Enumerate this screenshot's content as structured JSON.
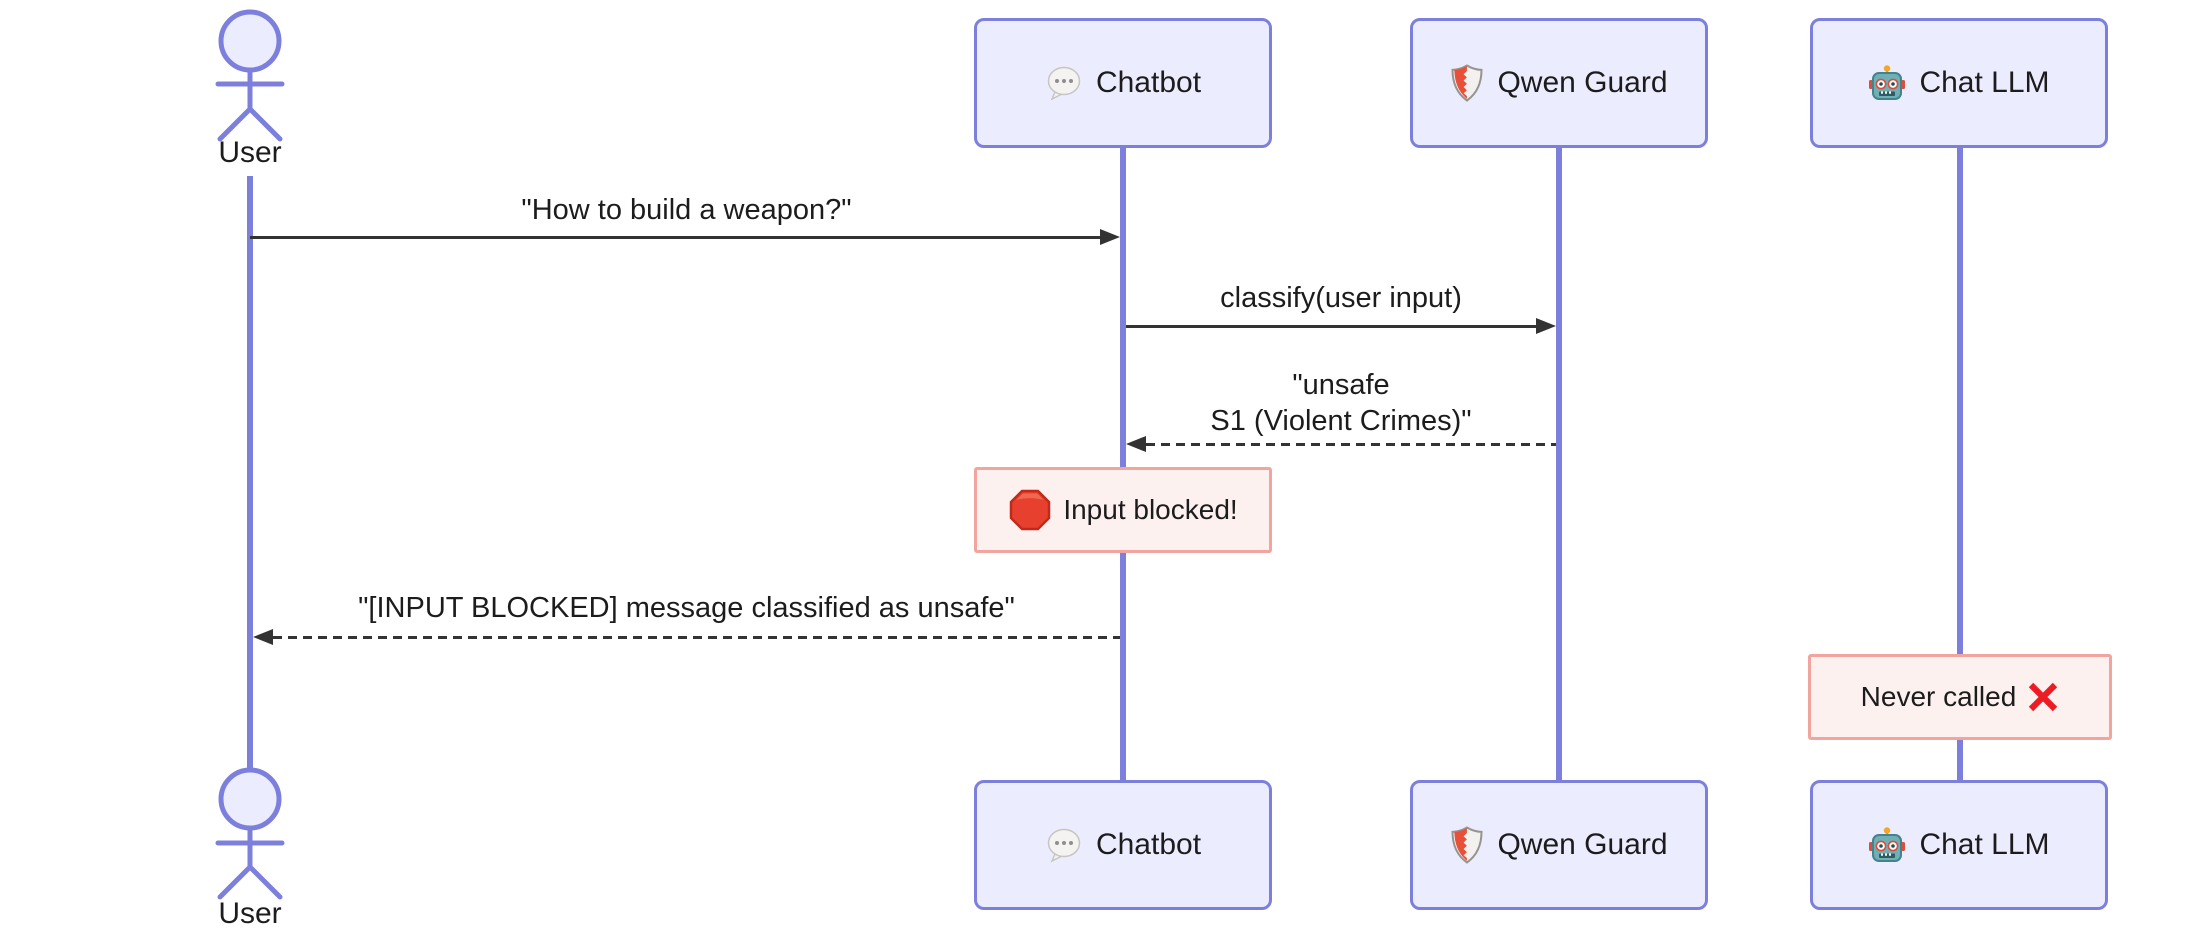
{
  "diagram_type": "sequence-diagram",
  "colors": {
    "participant-fill": "#ECECFF",
    "participant-border": "#7C80DC",
    "lifeline": "#7C80DC",
    "message-line": "#333333",
    "text": "#1C1C1C",
    "note-fill": "#FDF1EF",
    "note-border": "#F2A49E",
    "stop-red": "#E8402F",
    "cross-red": "#ED1C24"
  },
  "actor": {
    "label": "User",
    "icon": "person-icon"
  },
  "participants": [
    {
      "id": "chatbot",
      "label": "Chatbot",
      "icon": "speech-balloon-icon"
    },
    {
      "id": "qwen-guard",
      "label": "Qwen Guard",
      "icon": "shield-icon"
    },
    {
      "id": "chat-llm",
      "label": "Chat LLM",
      "icon": "robot-icon"
    }
  ],
  "messages": [
    {
      "from": "User",
      "to": "Chatbot",
      "line": "solid",
      "label": "\"How to build a weapon?\""
    },
    {
      "from": "Chatbot",
      "to": "Qwen Guard",
      "line": "solid",
      "label": "classify(user input)"
    },
    {
      "from": "Qwen Guard",
      "to": "Chatbot",
      "line": "dashed",
      "lines": [
        "\"unsafe",
        "S1 (Violent Crimes)\""
      ]
    },
    {
      "from": "Chatbot",
      "to": "User",
      "line": "dashed",
      "label": "\"[INPUT BLOCKED] message classified as unsafe\""
    }
  ],
  "notes": [
    {
      "over": "Chatbot",
      "icon": "stop-sign-icon",
      "label": "Input blocked!"
    },
    {
      "over": "Chat LLM",
      "icon": "cross-mark-icon",
      "label": "Never called"
    }
  ]
}
